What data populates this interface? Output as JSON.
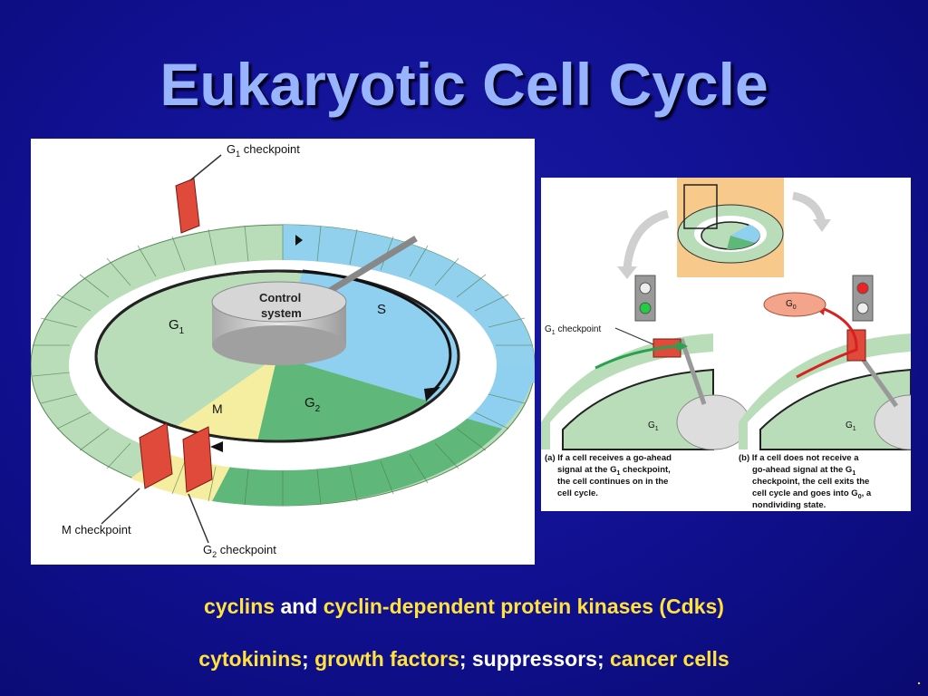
{
  "slide": {
    "title": "Eukaryotic Cell Cycle",
    "dot": "."
  },
  "diagram_left": {
    "g1_checkpoint_main": "G",
    "g1_checkpoint_sub": "1",
    "g1_checkpoint_rest": " checkpoint",
    "control_line1": "Control",
    "control_line2": "system",
    "phase_g1_main": "G",
    "phase_g1_sub": "1",
    "phase_s": "S",
    "phase_g2_main": "G",
    "phase_g2_sub": "2",
    "phase_m": "M",
    "m_checkpoint": "M checkpoint",
    "g2_checkpoint_main": "G",
    "g2_checkpoint_sub": "2",
    "g2_checkpoint_rest": " checkpoint"
  },
  "diagram_right": {
    "a_checkpoint_main": "G",
    "a_checkpoint_sub": "1",
    "a_checkpoint_rest": " checkpoint",
    "a_g1_main": "G",
    "a_g1_sub": "1",
    "b_g0_main": "G",
    "b_g0_sub": "0",
    "b_g1_main": "G",
    "b_g1_sub": "1",
    "caption_a": {
      "l1": "(a) If a cell receives a go-ahead",
      "l2a": "signal at the G",
      "l2sub": "1",
      "l2b": " checkpoint,",
      "l3": "the cell continues on in the",
      "l4": "cell cycle."
    },
    "caption_b": {
      "l1": "(b) If a cell does not receive a",
      "l2a": "go-ahead signal at the G",
      "l2sub": "1",
      "l3": "checkpoint, the cell exits the",
      "l4a": "cell cycle and goes into G",
      "l4sub": "0",
      "l4b": ", a",
      "l5": "nondividing state."
    }
  },
  "bottom": {
    "line1": {
      "cyclins": "cyclins",
      "and": "and",
      "cdks": "cyclin-dependent protein kinases (Cdks)"
    },
    "line2": {
      "cytokinins": "cytokinins",
      "sep1": ";",
      "growth": "growth factors",
      "sep2": "; suppressors;",
      "cancer": "cancer cells"
    }
  }
}
